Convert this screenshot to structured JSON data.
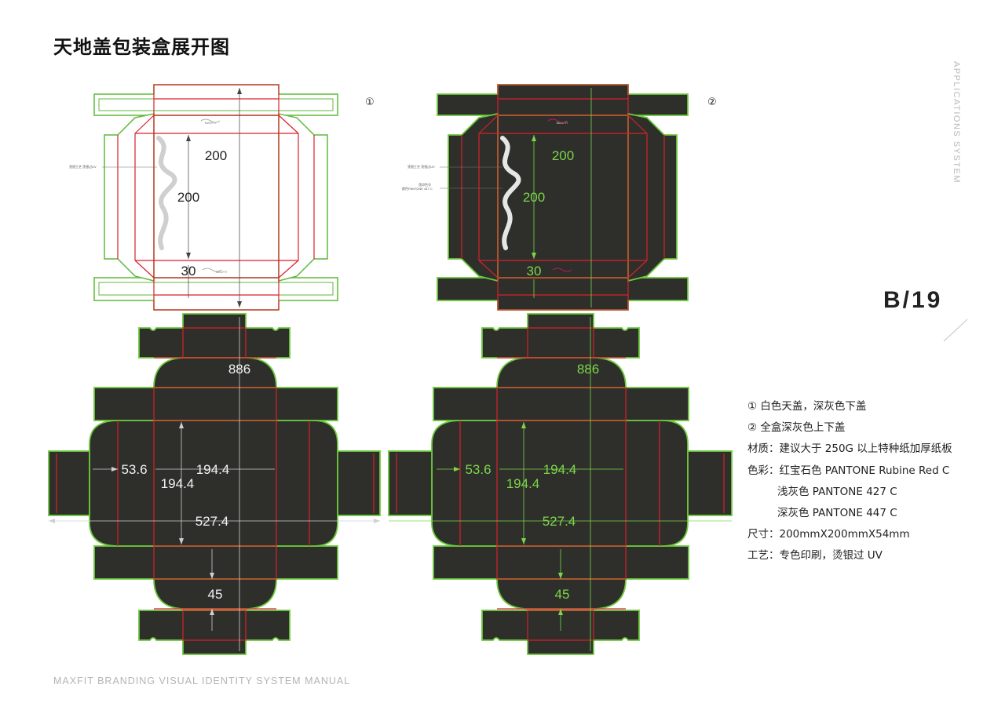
{
  "title": "天地盖包装盒展开图",
  "side_label": "APPLICATIONS SYSTEM",
  "page_number": "B/19",
  "footer": "MAXFIT BRANDING VISUAL IDENTITY SYSTEM MANUAL",
  "markers": {
    "one": "①",
    "two": "②"
  },
  "brand_mark": "MAXFIT",
  "lid": {
    "dim_width": "200",
    "dim_height": "200",
    "dim_depth": "30",
    "annotation_left": "烫银工艺 烫银过UV",
    "annotation_right_1": "烫银工艺 烫银过UV",
    "annotation_right_2": "烫印色号",
    "annotation_right_3": "颜色PANTONE 447 C"
  },
  "base": {
    "dim_total": "886",
    "dim_side": "53.6",
    "dim_inner_w": "194.4",
    "dim_inner_h": "194.4",
    "dim_span": "527.4",
    "dim_depth": "45"
  },
  "specs": {
    "line1": "① 白色天盖，深灰色下盖",
    "line2": "② 全盒深灰色上下盖",
    "line3": "材质：建议大于 250G 以上特种纸加厚纸板",
    "line4": "色彩：红宝石色 PANTONE Rubine Red C",
    "line5": "浅灰色 PANTONE 427 C",
    "line6": "深灰色 PANTONE 447 C",
    "line7": "尺寸：200mmX200mmX54mm",
    "line8": "工艺：专色印刷，烫银过 UV"
  },
  "colors": {
    "dark_board": "#2e2f2b",
    "outline_green": "#6cc83c",
    "crease_red": "#d8202a",
    "dim_white": "#f2f2f2",
    "dim_green": "#7cd64a",
    "rubine": "#c0185a"
  }
}
